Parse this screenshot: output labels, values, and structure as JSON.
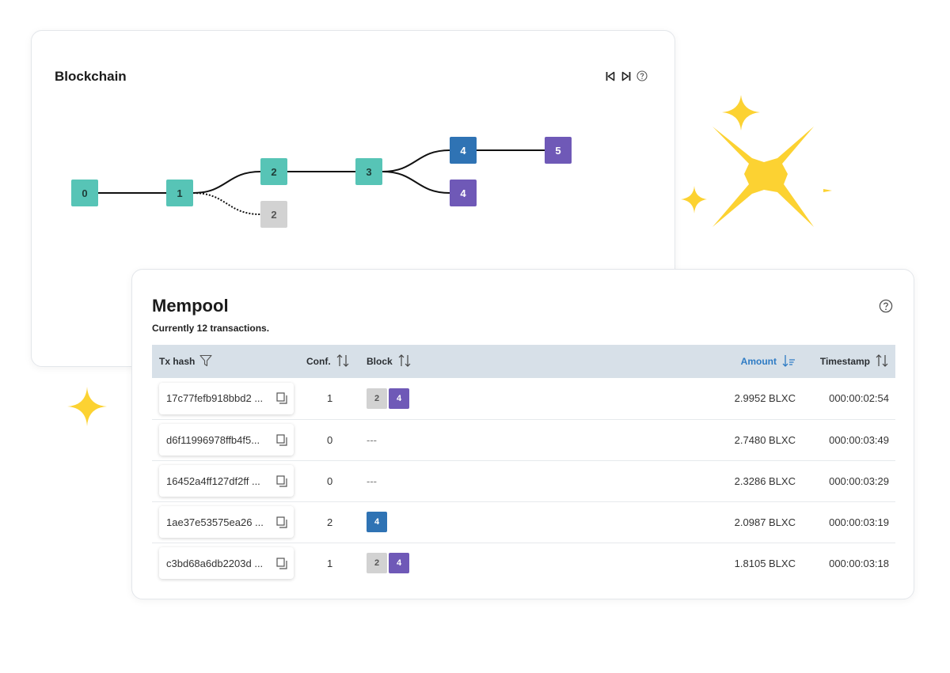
{
  "colors": {
    "teal": "#57c4b6",
    "blue": "#2f73b4",
    "purple": "#6f59b7",
    "grey": "#d2d2d2",
    "accent": "#2e7bc4",
    "sparkle": "#fcd232"
  },
  "blockchain": {
    "title": "Blockchain",
    "controls": [
      "skip-back-icon",
      "skip-forward-icon",
      "help-icon"
    ],
    "blocks": [
      {
        "id": "b0",
        "label": "0",
        "color": "teal"
      },
      {
        "id": "b1",
        "label": "1",
        "color": "teal"
      },
      {
        "id": "b2a",
        "label": "2",
        "color": "teal"
      },
      {
        "id": "b2b",
        "label": "2",
        "color": "grey"
      },
      {
        "id": "b3",
        "label": "3",
        "color": "teal"
      },
      {
        "id": "b4a",
        "label": "4",
        "color": "blue"
      },
      {
        "id": "b4b",
        "label": "4",
        "color": "purple"
      },
      {
        "id": "b5",
        "label": "5",
        "color": "purple"
      }
    ],
    "links": [
      {
        "from": "b0",
        "to": "b1",
        "style": "solid"
      },
      {
        "from": "b1",
        "to": "b2a",
        "style": "solid"
      },
      {
        "from": "b1",
        "to": "b2b",
        "style": "dotted"
      },
      {
        "from": "b2a",
        "to": "b3",
        "style": "solid"
      },
      {
        "from": "b3",
        "to": "b4a",
        "style": "solid"
      },
      {
        "from": "b3",
        "to": "b4b",
        "style": "solid"
      },
      {
        "from": "b4a",
        "to": "b5",
        "style": "solid"
      }
    ]
  },
  "mempool": {
    "title": "Mempool",
    "subtitle": "Currently 12 transactions.",
    "columns": {
      "hash": "Tx hash",
      "conf": "Conf.",
      "block": "Block",
      "amount": "Amount",
      "timestamp": "Timestamp"
    },
    "rows": [
      {
        "hash": "17c77fefb918bbd2 ...",
        "conf": "1",
        "blocks": [
          {
            "label": "2",
            "color": "grey"
          },
          {
            "label": "4",
            "color": "purple"
          }
        ],
        "amount": "2.9952 BLXC",
        "timestamp": "000:00:02:54"
      },
      {
        "hash": "d6f11996978ffb4f5...",
        "conf": "0",
        "blocks": [],
        "no_block": "---",
        "amount": "2.7480 BLXC",
        "timestamp": "000:00:03:49"
      },
      {
        "hash": "16452a4ff127df2ff ...",
        "conf": "0",
        "blocks": [],
        "no_block": "---",
        "amount": "2.3286 BLXC",
        "timestamp": "000:00:03:29"
      },
      {
        "hash": "1ae37e53575ea26 ...",
        "conf": "2",
        "blocks": [
          {
            "label": "4",
            "color": "blue"
          }
        ],
        "amount": "2.0987 BLXC",
        "timestamp": "000:00:03:19"
      },
      {
        "hash": "c3bd68a6db2203d ...",
        "conf": "1",
        "blocks": [
          {
            "label": "2",
            "color": "grey"
          },
          {
            "label": "4",
            "color": "purple"
          }
        ],
        "amount": "1.8105 BLXC",
        "timestamp": "000:00:03:18"
      }
    ]
  }
}
